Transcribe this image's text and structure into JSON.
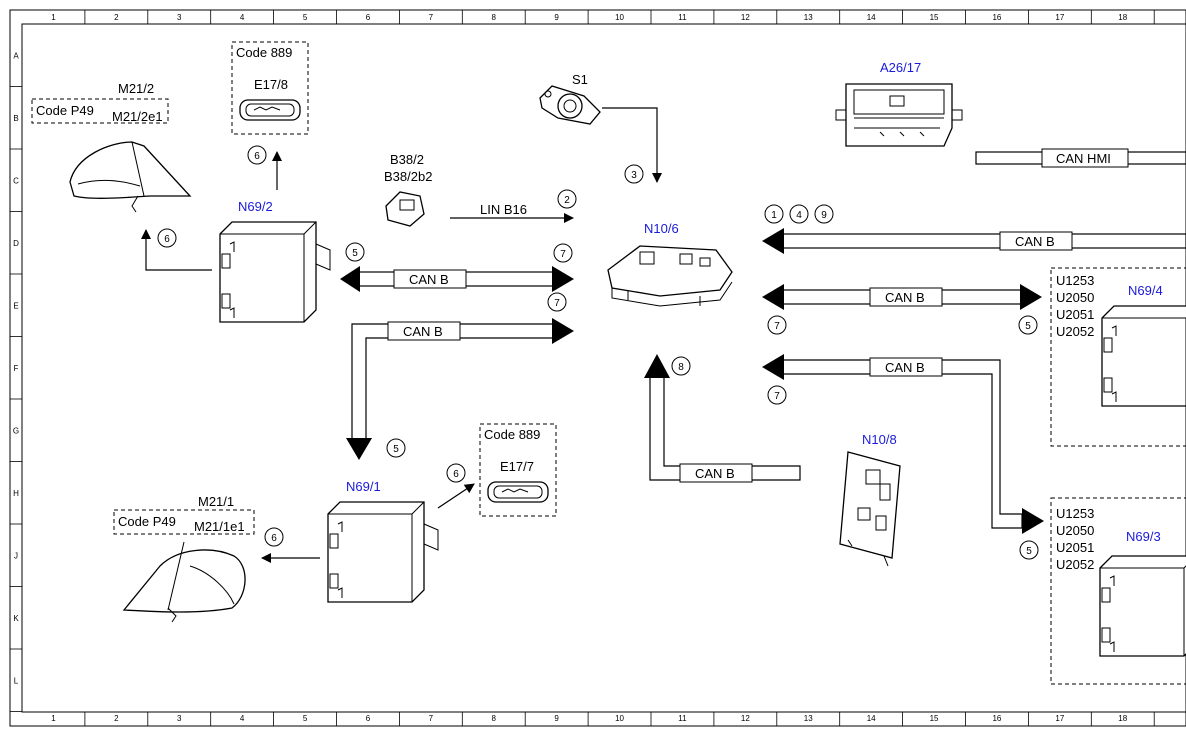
{
  "grid": {
    "columns": [
      "1",
      "2",
      "3",
      "4",
      "5",
      "6",
      "7",
      "8",
      "9",
      "10",
      "11",
      "12",
      "13",
      "14",
      "15",
      "16",
      "17",
      "18"
    ],
    "rows": [
      "A",
      "B",
      "C",
      "D",
      "E",
      "F",
      "G",
      "H",
      "J",
      "K",
      "L"
    ]
  },
  "components": {
    "s1": "S1",
    "a26_17": "A26/17",
    "n10_6": "N10/6",
    "n10_8": "N10/8",
    "n69_2": "N69/2",
    "n69_1": "N69/1",
    "n69_4": "N69/4",
    "n69_3": "N69/3",
    "b38_2": "B38/2",
    "b38_2b2": "B38/2b2",
    "m21_2": "M21/2",
    "m21_2e1": "M21/2e1",
    "m21_1": "M21/1",
    "m21_1e1": "M21/1e1",
    "e17_8": "E17/8",
    "e17_7": "E17/7"
  },
  "codes": {
    "code_889": "Code 889",
    "code_p49": "Code P49"
  },
  "buses": {
    "can_b": "CAN B",
    "can_hmi": "CAN HMI",
    "lin_b16": "LIN B16"
  },
  "fault_codes": [
    "U1253",
    "U2050",
    "U2051",
    "U2052"
  ],
  "step_numbers": [
    "1",
    "2",
    "3",
    "4",
    "5",
    "6",
    "7",
    "8",
    "9"
  ]
}
